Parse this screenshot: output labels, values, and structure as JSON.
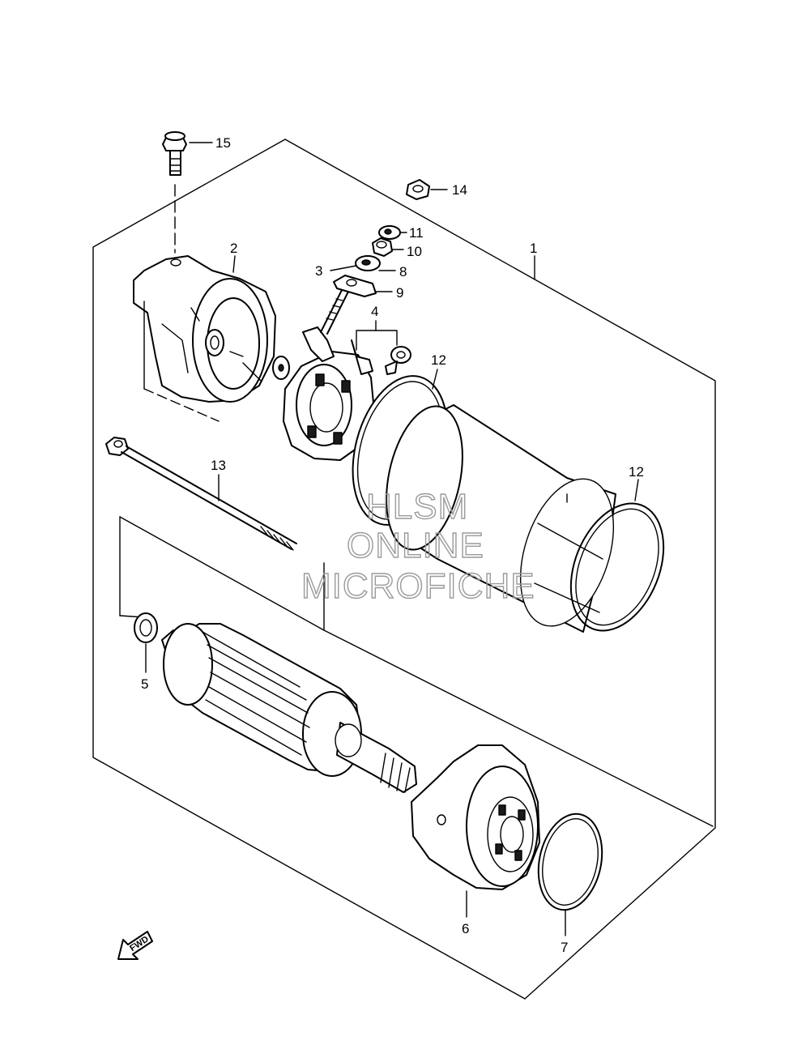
{
  "callouts": {
    "c1": "1",
    "c2": "2",
    "c3": "3",
    "c4": "4",
    "c5": "5",
    "c6": "6",
    "c7": "7",
    "c8": "8",
    "c9": "9",
    "c10": "10",
    "c11": "11",
    "c12a": "12",
    "c12b": "12",
    "c13": "13",
    "c14": "14",
    "c15": "15"
  },
  "watermark": {
    "line1": "HLSM",
    "line2": "ONLINE",
    "line3": "MICROFICHE"
  },
  "direction_marker": {
    "label": "FWD"
  }
}
